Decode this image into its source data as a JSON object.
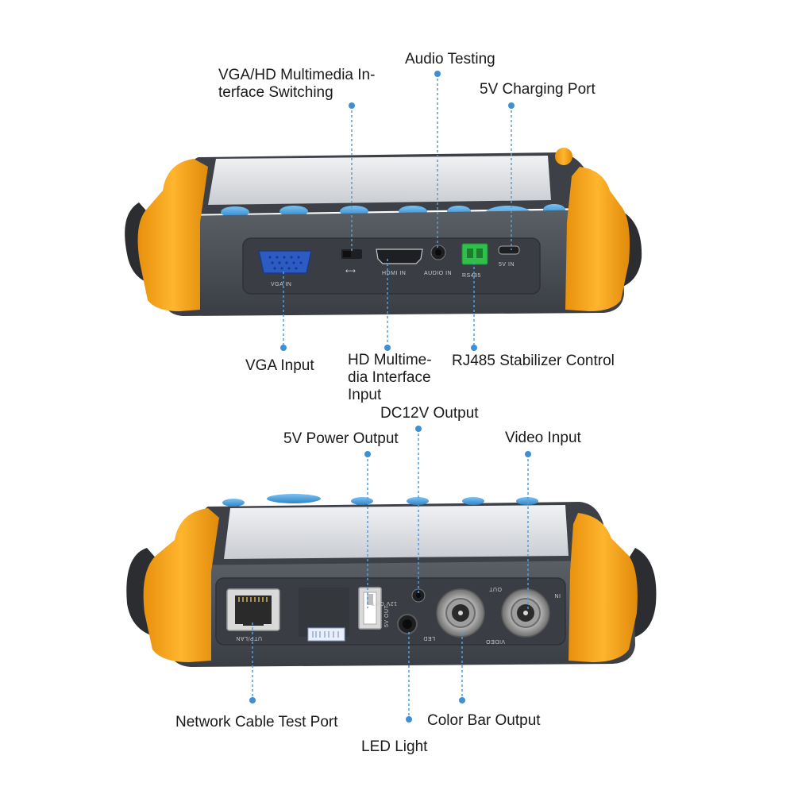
{
  "top_device": {
    "callouts": {
      "vga_hd_switching": [
        "VGA/HD Multimedia In-",
        "terface Switching"
      ],
      "audio_testing": "Audio Testing",
      "charging_port": "5V Charging Port",
      "vga_input": "VGA Input",
      "hd_input": [
        "HD Multime-",
        "dia Interface",
        "Input"
      ],
      "rj485": "RJ485 Stabilizer Control"
    },
    "panel_labels": {
      "vga": "VGA IN",
      "hdmi": "HDMI IN",
      "audio": "AUDIO IN",
      "rs485": "RS485",
      "power": "5V IN"
    }
  },
  "bottom_device": {
    "callouts": {
      "dc12v": "DC12V Output",
      "power_5v": "5V Power Output",
      "video_input": "Video Input",
      "network_test": "Network Cable Test Port",
      "color_bar": "Color Bar Output",
      "led_light": "LED Light"
    },
    "panel_labels": {
      "utp": "UTP/LAN",
      "usb": "5V OUT",
      "dc12": "12V OUT",
      "led": "LED",
      "video": "VIDEO",
      "out": "OUT",
      "in": "IN"
    }
  },
  "colors": {
    "body": "#4a4e54",
    "panel": "#3c4046",
    "bumper": "#f5a41c",
    "button": "#4aa3e0",
    "leader": "#5b9bd5",
    "text": "#1a1a1a"
  }
}
